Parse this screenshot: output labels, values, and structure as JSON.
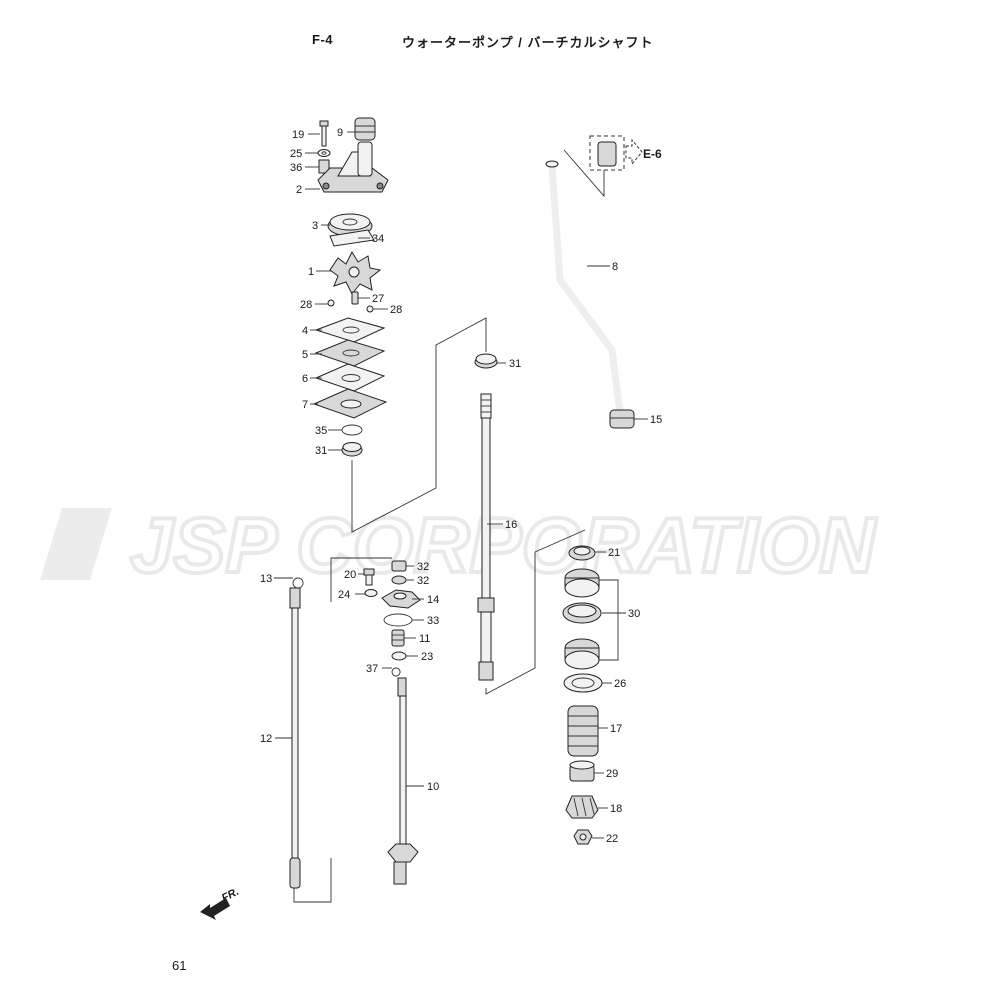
{
  "header": {
    "code": "F-4",
    "title": "ウォーターポンプ / バーチカルシャフト"
  },
  "watermark": {
    "text": "JSP CORPORATION"
  },
  "page_number": "61",
  "reference": {
    "label": "E-6"
  },
  "direction": {
    "label": "FR."
  },
  "labels": {
    "p1": "1",
    "p2": "2",
    "p3": "3",
    "p4": "4",
    "p5": "5",
    "p6": "6",
    "p7": "7",
    "p8": "8",
    "p9": "9",
    "p10": "10",
    "p11": "11",
    "p12": "12",
    "p13": "13",
    "p14": "14",
    "p15": "15",
    "p16": "16",
    "p17": "17",
    "p18": "18",
    "p19": "19",
    "p20": "20",
    "p21": "21",
    "p22": "22",
    "p23": "23",
    "p24": "24",
    "p25": "25",
    "p26": "26",
    "p27": "27",
    "p28a": "28",
    "p28b": "28",
    "p29": "29",
    "p30": "30",
    "p31a": "31",
    "p31b": "31",
    "p32a": "32",
    "p32b": "32",
    "p33": "33",
    "p34": "34",
    "p35": "35",
    "p36": "36",
    "p37": "37"
  }
}
